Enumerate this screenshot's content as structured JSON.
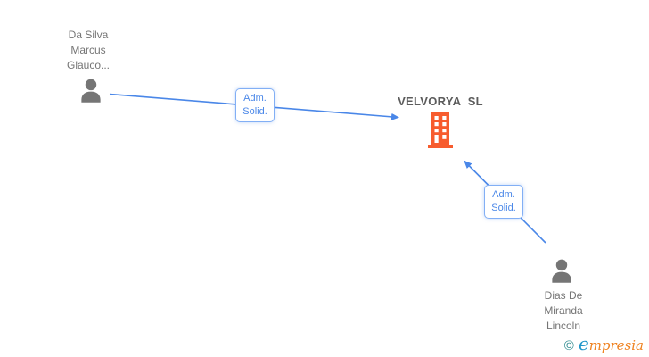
{
  "diagram": {
    "company": {
      "name": "VELVORYA  SL"
    },
    "people": {
      "person1": {
        "line1": "Da Silva",
        "line2": "Marcus",
        "line3": "Glauco..."
      },
      "person2": {
        "line1": "Dias De",
        "line2": "Miranda",
        "line3": "Lincoln"
      }
    },
    "edges": {
      "edge1": {
        "label_line1": "Adm.",
        "label_line2": "Solid."
      },
      "edge2": {
        "label_line1": "Adm.",
        "label_line2": "Solid."
      }
    }
  },
  "watermark": {
    "symbol": "©",
    "brand_initial": "e",
    "brand_rest": "mpresia"
  },
  "colors": {
    "background": "#ffffff",
    "edge": "#4a87e8",
    "edge_label_border": "#82aff5",
    "edge_label_text": "#4a87e8",
    "person_icon": "#757575",
    "person_name_text": "#757575",
    "company_name_text": "#5c5c5c",
    "building_icon": "#f75c2e",
    "watermark_symbol": "#2e8b8f",
    "watermark_initial": "#2196c9",
    "watermark_rest": "#ef8220"
  }
}
